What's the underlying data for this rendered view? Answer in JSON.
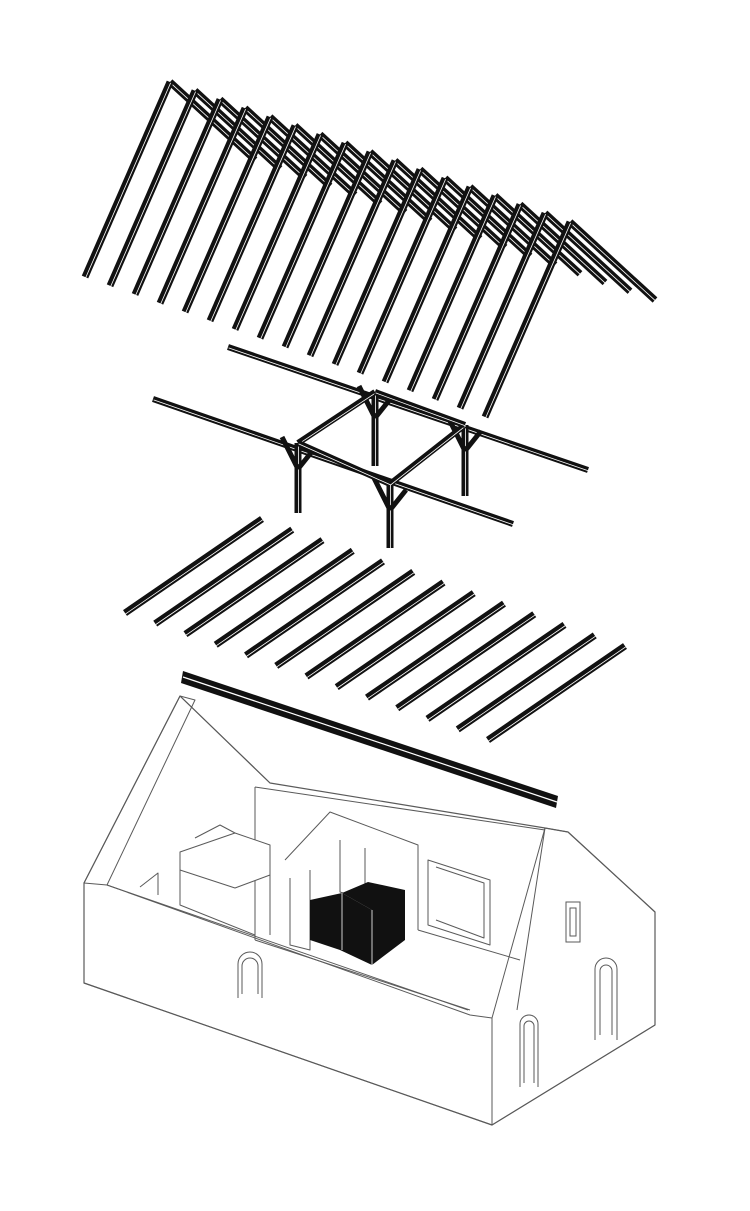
{
  "diagram": {
    "type": "exploded-axonometric",
    "colors": {
      "timber": "#111111",
      "outline": "#5a5a5a",
      "background": "#ffffff",
      "fill": "#ffffff"
    },
    "layers": [
      {
        "id": "roof-rafters",
        "kind": "rafter-pairs",
        "count": 17
      },
      {
        "id": "roof-truss-frame",
        "kind": "king-post-frame",
        "posts": 4,
        "purlins": 2
      },
      {
        "id": "ceiling-joists",
        "kind": "parallel-beams",
        "count": 13
      },
      {
        "id": "ridge-beam",
        "kind": "single-beam",
        "count": 1
      },
      {
        "id": "house-shell",
        "kind": "gabled-walls",
        "openings": 4,
        "inserted-volume": "black-box"
      }
    ]
  }
}
